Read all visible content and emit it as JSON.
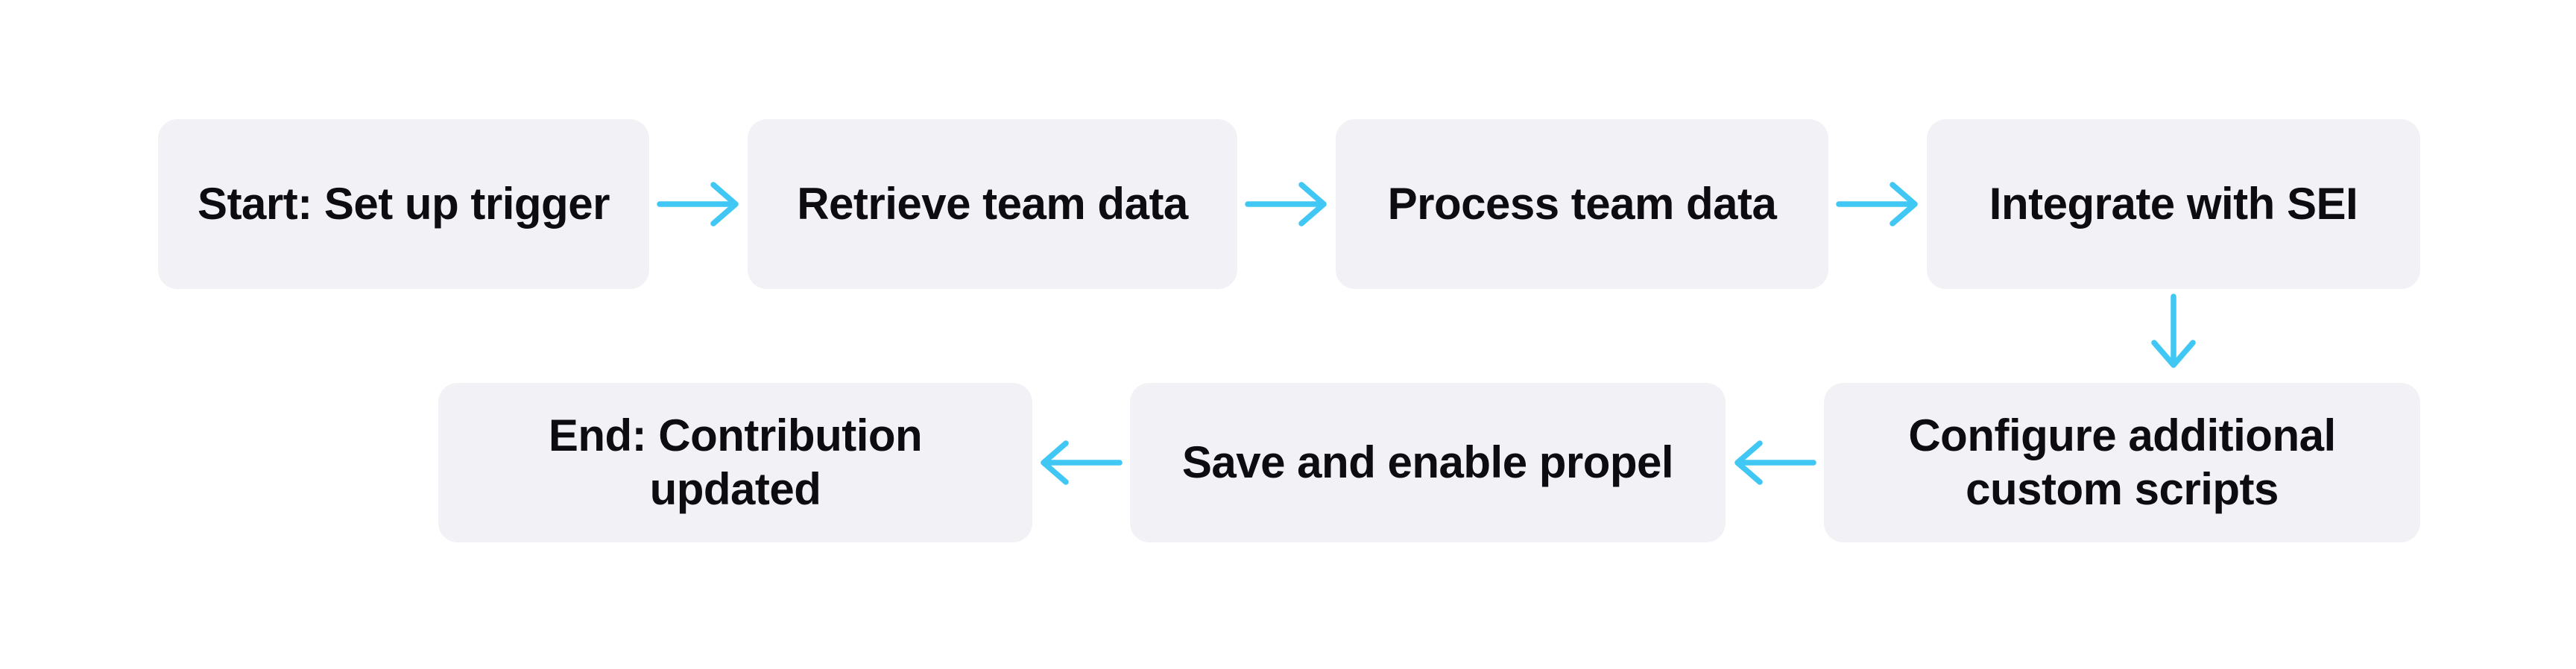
{
  "diagram": {
    "type": "flowchart",
    "nodes": [
      {
        "id": "start",
        "label": "Start: Set up trigger"
      },
      {
        "id": "retrieve",
        "label": "Retrieve team data"
      },
      {
        "id": "process",
        "label": "Process team data"
      },
      {
        "id": "integrate",
        "label": "Integrate with SEI"
      },
      {
        "id": "configure",
        "label": "Configure additional custom scripts"
      },
      {
        "id": "save",
        "label": "Save and enable propel"
      },
      {
        "id": "end",
        "label": "End: Contribution updated"
      }
    ],
    "edges": [
      {
        "from": "start",
        "to": "retrieve",
        "direction": "right"
      },
      {
        "from": "retrieve",
        "to": "process",
        "direction": "right"
      },
      {
        "from": "process",
        "to": "integrate",
        "direction": "right"
      },
      {
        "from": "integrate",
        "to": "configure",
        "direction": "down"
      },
      {
        "from": "configure",
        "to": "save",
        "direction": "left"
      },
      {
        "from": "save",
        "to": "end",
        "direction": "left"
      }
    ],
    "colors": {
      "background": "#ffffff",
      "node_fill": "#f2f2f6",
      "text": "#0c0c11",
      "arrow": "#41c7f3"
    }
  }
}
